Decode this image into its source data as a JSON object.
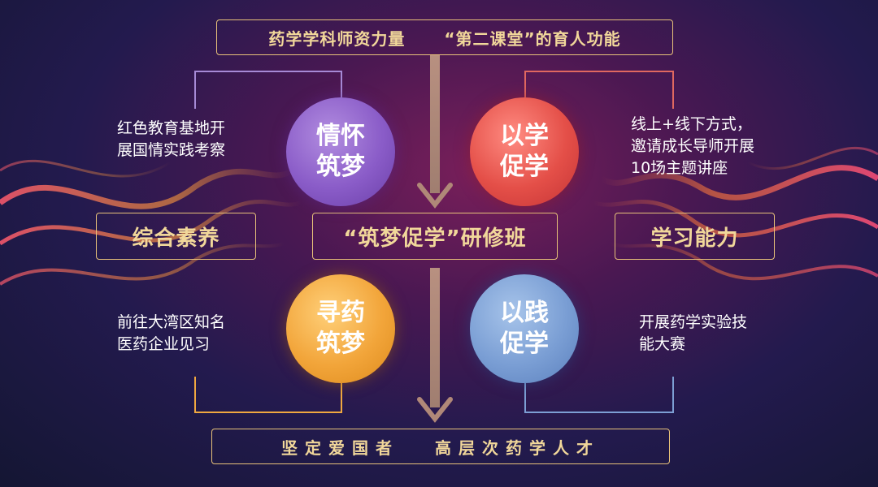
{
  "top_banner": {
    "left": "药学学科师资力量",
    "right": "“第二课堂”的育人功能"
  },
  "center_box": "“筑梦促学”研修班",
  "left_box": "综合素养",
  "right_box": "学习能力",
  "bottom_banner": {
    "left": "坚定爱国者",
    "right": "高层次药学人才"
  },
  "circles": [
    {
      "line1": "情怀",
      "line2": "筑梦",
      "color": "#8a5cc8"
    },
    {
      "line1": "以学",
      "line2": "促学",
      "color": "#e44f48"
    },
    {
      "line1": "寻药",
      "line2": "筑梦",
      "color": "#f2a53a"
    },
    {
      "line1": "以践",
      "line2": "促学",
      "color": "#7a9ed4"
    }
  ],
  "descriptions": [
    {
      "lines": [
        "红色教育基地开",
        "展国情实践考察"
      ]
    },
    {
      "lines": [
        "线上+线下方式，",
        "邀请成长导师开展",
        "10场主题讲座"
      ]
    },
    {
      "lines": [
        "前往大湾区知名",
        "医药企业见习"
      ]
    },
    {
      "lines": [
        "开展药学实验技",
        "能大赛"
      ]
    }
  ],
  "colors": {
    "gold": "#e8c27a",
    "connector_purple": "#a68ad6",
    "connector_red": "#e06860",
    "connector_orange": "#f0a840",
    "connector_blue": "#7d9fd4",
    "arrow": "#a8857a"
  }
}
